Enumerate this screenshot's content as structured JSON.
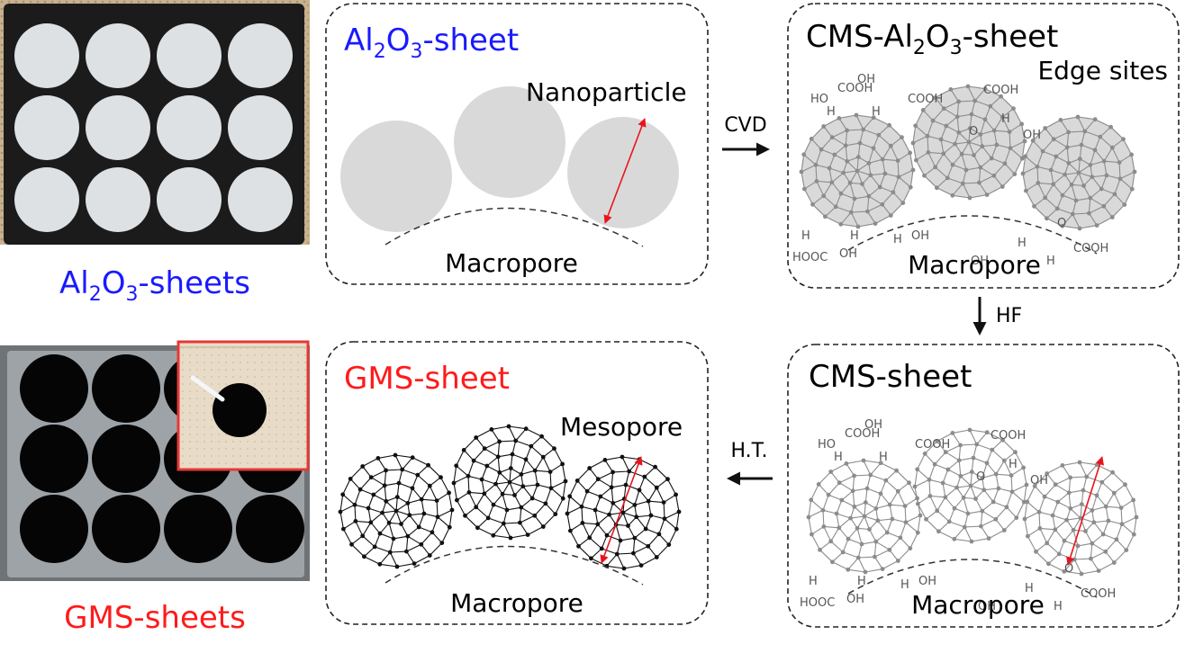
{
  "photos": {
    "top": {
      "label_main": "Al",
      "label_sub1": "2",
      "label_mid": "O",
      "label_sub2": "3",
      "label_tail": "-sheets",
      "color": "#1a1aff",
      "tray_color": "#1b1b1b",
      "disc_color": "#dde1e4"
    },
    "bottom": {
      "label": "GMS-sheets",
      "color": "#ff1a1a",
      "tray_color": "#9ea3a8",
      "disc_color": "#050505",
      "inset_border": "#e53935"
    }
  },
  "panels": {
    "al2o3": {
      "title_main": "Al",
      "title_sub1": "2",
      "title_mid": "O",
      "title_sub2": "3",
      "title_tail": "-sheet",
      "title_color": "#1a1aff",
      "annotation": "Nanoparticle",
      "bottom_label": "Macropore"
    },
    "cms_al2o3": {
      "title_main": "CMS-Al",
      "title_sub1": "2",
      "title_mid": "O",
      "title_sub2": "3",
      "title_tail": "-sheet",
      "annotation": "Edge sites",
      "bottom_label": "Macropore",
      "groups": [
        "HO",
        "COOH",
        "H",
        "OH",
        "COOH",
        "H",
        "COOH",
        "O",
        "H",
        "OH",
        "H",
        "HOOC",
        "OH",
        "H",
        "OH",
        "OH",
        "H",
        "O",
        "COOH",
        "H",
        "H"
      ]
    },
    "cms": {
      "title": "CMS-sheet",
      "bottom_label": "Macropore",
      "groups": [
        "HO",
        "COOH",
        "H",
        "OH",
        "COOH",
        "H",
        "COOH",
        "O",
        "H",
        "OH",
        "H",
        "HOOC",
        "OH",
        "H",
        "OH",
        "OH",
        "H",
        "O",
        "COOH",
        "H",
        "H"
      ]
    },
    "gms": {
      "title": "GMS-sheet",
      "title_color": "#ff1a1a",
      "annotation": "Mesopore",
      "bottom_label": "Macropore"
    }
  },
  "arrows": {
    "cvd": "CVD",
    "hf": "HF",
    "ht": "H.T."
  },
  "colors": {
    "particle_fill": "#d9d9d9",
    "cms_line": "#8c8c8c",
    "gms_line": "#111111",
    "arrow_red": "#e8141c",
    "border": "#222222"
  }
}
